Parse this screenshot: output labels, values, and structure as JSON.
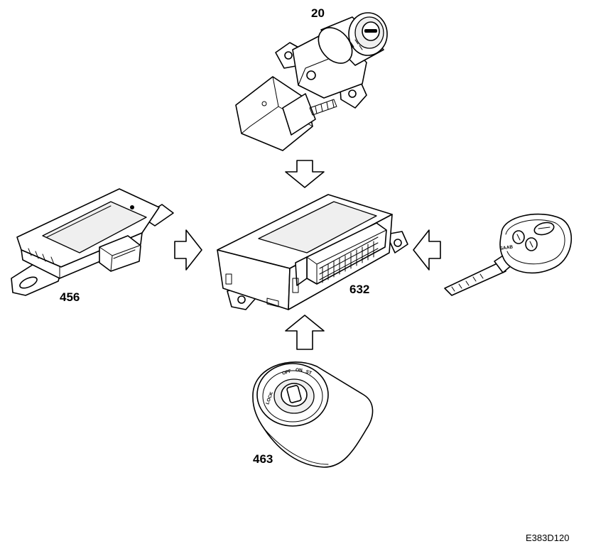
{
  "labels": {
    "ignition_switch": "20",
    "immobiliser_unit": "456",
    "ignition_lock_cover": "463",
    "control_module": "632"
  },
  "figure_code": "E383D120",
  "lock_positions": {
    "lock": "LOCK",
    "off": "OFF",
    "on": "ON",
    "start": "ST"
  },
  "key_fob_brand": "SAAB"
}
